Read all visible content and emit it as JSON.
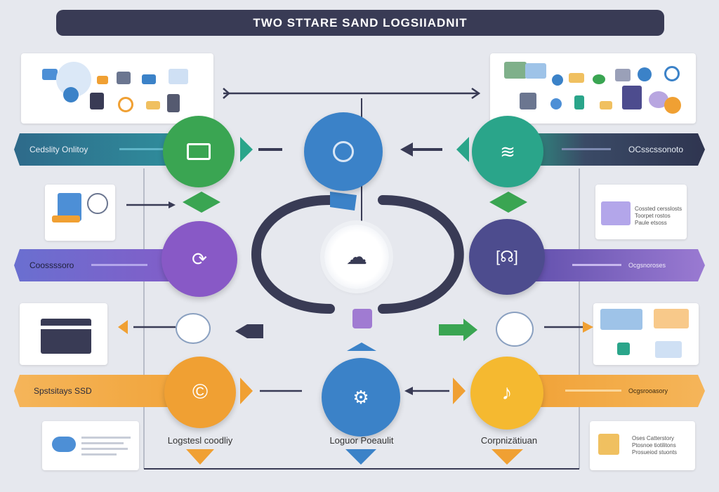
{
  "header": {
    "title": "TWO STTARE SAND LOGSIIADNIT"
  },
  "bands": {
    "left_top": "Cedslity Onlitoy",
    "right_top": "OCsscssonoto",
    "left_mid": "Coossssoro",
    "right_mid": "Ocgsnoroses",
    "left_bottom": "Spstsitays SSD",
    "right_bottom": "Ocgsrooasory"
  },
  "captions": {
    "left": "Logstesl coodliy",
    "center": "Loguor Poeaulit",
    "right": "Corpnizätiuan"
  },
  "panel_text": {
    "right_upper": [
      "Cossted cersslosts",
      "Toorpet rostos",
      "Paule etsoss"
    ],
    "right_lower": [
      "Oses Catterstory",
      "Ptosnoe tiotilitons",
      "Prosueiod stuonts"
    ]
  },
  "colors": {
    "green": "#3aa552",
    "blue": "#3b82c8",
    "teal": "#2aa58a",
    "purple": "#8859c6",
    "indigo": "#4d4c8e",
    "orange": "#f0a033",
    "dark": "#393b55"
  },
  "icons": {
    "green_circle": "screen-icon",
    "blue_circle": "dial-icon",
    "teal_circle": "wifi-icon",
    "purple_circle": "refresh-icon",
    "indigo_circle": "headset-icon",
    "orange_circle_left": "copyright-icon",
    "blue_circle_bottom": "gear-icon",
    "orange_circle_right": "note-icon",
    "center_cloud": "cloud-laptop-icon"
  }
}
